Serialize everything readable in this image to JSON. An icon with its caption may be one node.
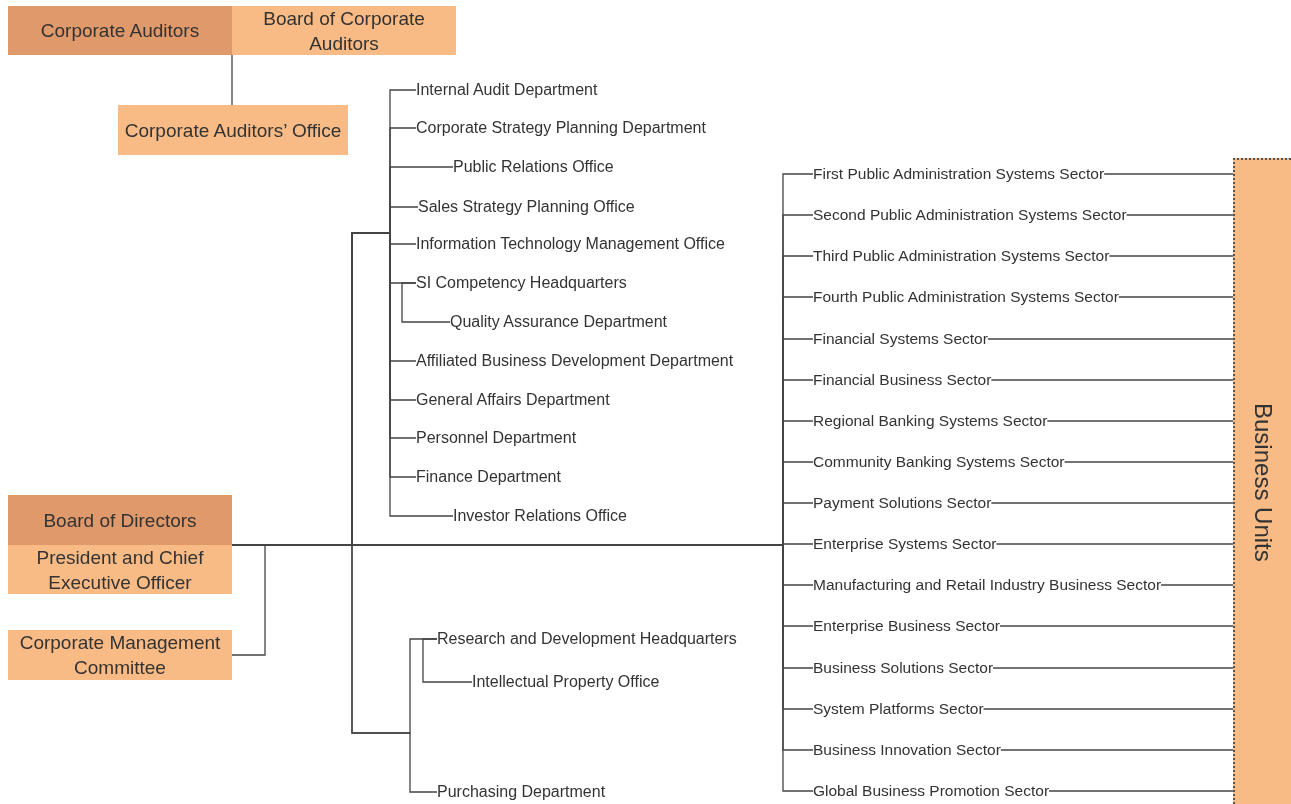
{
  "diagram": {
    "nodes": [
      {
        "text": [
          "Corporate Auditors"
        ]
      },
      {
        "text": [
          "Board of Corporate Auditors"
        ]
      },
      {
        "text": [
          "Corporate Auditors’ Office"
        ]
      },
      {
        "text": [
          "Board of Directors"
        ]
      },
      {
        "text": [
          "President and Chief Executive Officer"
        ]
      },
      {
        "text": [
          "Corporate Management Committee"
        ]
      },
      {
        "text": [
          "Internal Audit Department"
        ]
      },
      {
        "text": [
          "Corporate Strategy Planning Department"
        ]
      },
      {
        "text": [
          "Public Relations Office"
        ]
      },
      {
        "text": [
          "Sales Strategy Planning Office"
        ]
      },
      {
        "text": [
          "Information Technology Management Office"
        ]
      },
      {
        "text": [
          "SI Competency Headquarters"
        ]
      },
      {
        "text": [
          "Quality Assurance Department"
        ]
      },
      {
        "text": [
          "Affiliated Business Development Department"
        ]
      },
      {
        "text": [
          "General Affairs Department"
        ]
      },
      {
        "text": [
          "Personnel Department"
        ]
      },
      {
        "text": [
          "Finance Department"
        ]
      },
      {
        "text": [
          "Investor Relations Office"
        ]
      },
      {
        "text": [
          "Research and Development Headquarters"
        ]
      },
      {
        "text": [
          "Intellectual Property Office"
        ]
      },
      {
        "text": [
          "Purchasing Department"
        ]
      },
      {
        "text": [
          "First Public Administration Systems Sector"
        ]
      },
      {
        "text": [
          "Second Public Administration Systems Sector"
        ]
      },
      {
        "text": [
          "Third Public Administration Systems Sector"
        ]
      },
      {
        "text": [
          "Fourth Public Administration Systems Sector"
        ]
      },
      {
        "text": [
          "Financial Systems Sector"
        ]
      },
      {
        "text": [
          "Financial Business Sector"
        ]
      },
      {
        "text": [
          "Regional Banking Systems Sector"
        ]
      },
      {
        "text": [
          "Community Banking Systems Sector"
        ]
      },
      {
        "text": [
          "Payment Solutions Sector"
        ]
      },
      {
        "text": [
          "Enterprise Systems Sector"
        ]
      },
      {
        "text": [
          "Manufacturing and Retail Industry Business Sector"
        ]
      },
      {
        "text": [
          "Enterprise Business Sector"
        ]
      },
      {
        "text": [
          "Business Solutions Sector"
        ]
      },
      {
        "text": [
          "System Platforms Sector"
        ]
      },
      {
        "text": [
          "Business Innovation Sector"
        ]
      },
      {
        "text": [
          "Global Business Promotion Sector"
        ]
      },
      {
        "text": [
          "Business Units"
        ]
      }
    ],
    "edges": [
      {
        "from": 0,
        "to": 2,
        "arrow": "none"
      },
      {
        "from": 5,
        "to": 4,
        "arrow": "none"
      },
      {
        "from": 4,
        "to": 6,
        "arrow": "none"
      },
      {
        "from": 4,
        "to": 7,
        "arrow": "none"
      },
      {
        "from": 4,
        "to": 8,
        "arrow": "none"
      },
      {
        "from": 4,
        "to": 9,
        "arrow": "none"
      },
      {
        "from": 4,
        "to": 10,
        "arrow": "none"
      },
      {
        "from": 4,
        "to": 11,
        "arrow": "none"
      },
      {
        "from": 11,
        "to": 12,
        "arrow": "none"
      },
      {
        "from": 4,
        "to": 13,
        "arrow": "none"
      },
      {
        "from": 4,
        "to": 14,
        "arrow": "none"
      },
      {
        "from": 4,
        "to": 15,
        "arrow": "none"
      },
      {
        "from": 4,
        "to": 16,
        "arrow": "none"
      },
      {
        "from": 4,
        "to": 17,
        "arrow": "none"
      },
      {
        "from": 4,
        "to": 18,
        "arrow": "none"
      },
      {
        "from": 18,
        "to": 19,
        "arrow": "none"
      },
      {
        "from": 4,
        "to": 20,
        "arrow": "none"
      },
      {
        "from": 4,
        "to": 21,
        "arrow": "none"
      },
      {
        "from": 4,
        "to": 22,
        "arrow": "none"
      },
      {
        "from": 4,
        "to": 23,
        "arrow": "none"
      },
      {
        "from": 4,
        "to": 24,
        "arrow": "none"
      },
      {
        "from": 4,
        "to": 25,
        "arrow": "none"
      },
      {
        "from": 4,
        "to": 26,
        "arrow": "none"
      },
      {
        "from": 4,
        "to": 27,
        "arrow": "none"
      },
      {
        "from": 4,
        "to": 28,
        "arrow": "none"
      },
      {
        "from": 4,
        "to": 29,
        "arrow": "none"
      },
      {
        "from": 4,
        "to": 30,
        "arrow": "none"
      },
      {
        "from": 4,
        "to": 31,
        "arrow": "none"
      },
      {
        "from": 4,
        "to": 32,
        "arrow": "none"
      },
      {
        "from": 4,
        "to": 33,
        "arrow": "none"
      },
      {
        "from": 4,
        "to": 34,
        "arrow": "none"
      },
      {
        "from": 4,
        "to": 35,
        "arrow": "none"
      },
      {
        "from": 4,
        "to": 36,
        "arrow": "none"
      },
      {
        "from": 21,
        "to": 37,
        "arrow": "none"
      },
      {
        "from": 22,
        "to": 37,
        "arrow": "none"
      },
      {
        "from": 23,
        "to": 37,
        "arrow": "none"
      },
      {
        "from": 24,
        "to": 37,
        "arrow": "none"
      },
      {
        "from": 25,
        "to": 37,
        "arrow": "none"
      },
      {
        "from": 26,
        "to": 37,
        "arrow": "none"
      },
      {
        "from": 27,
        "to": 37,
        "arrow": "none"
      },
      {
        "from": 28,
        "to": 37,
        "arrow": "none"
      },
      {
        "from": 29,
        "to": 37,
        "arrow": "none"
      },
      {
        "from": 30,
        "to": 37,
        "arrow": "none"
      },
      {
        "from": 31,
        "to": 37,
        "arrow": "none"
      },
      {
        "from": 32,
        "to": 37,
        "arrow": "none"
      },
      {
        "from": 33,
        "to": 37,
        "arrow": "none"
      },
      {
        "from": 34,
        "to": 37,
        "arrow": "none"
      },
      {
        "from": 35,
        "to": 37,
        "arrow": "none"
      },
      {
        "from": 36,
        "to": 37,
        "arrow": "none"
      }
    ]
  }
}
